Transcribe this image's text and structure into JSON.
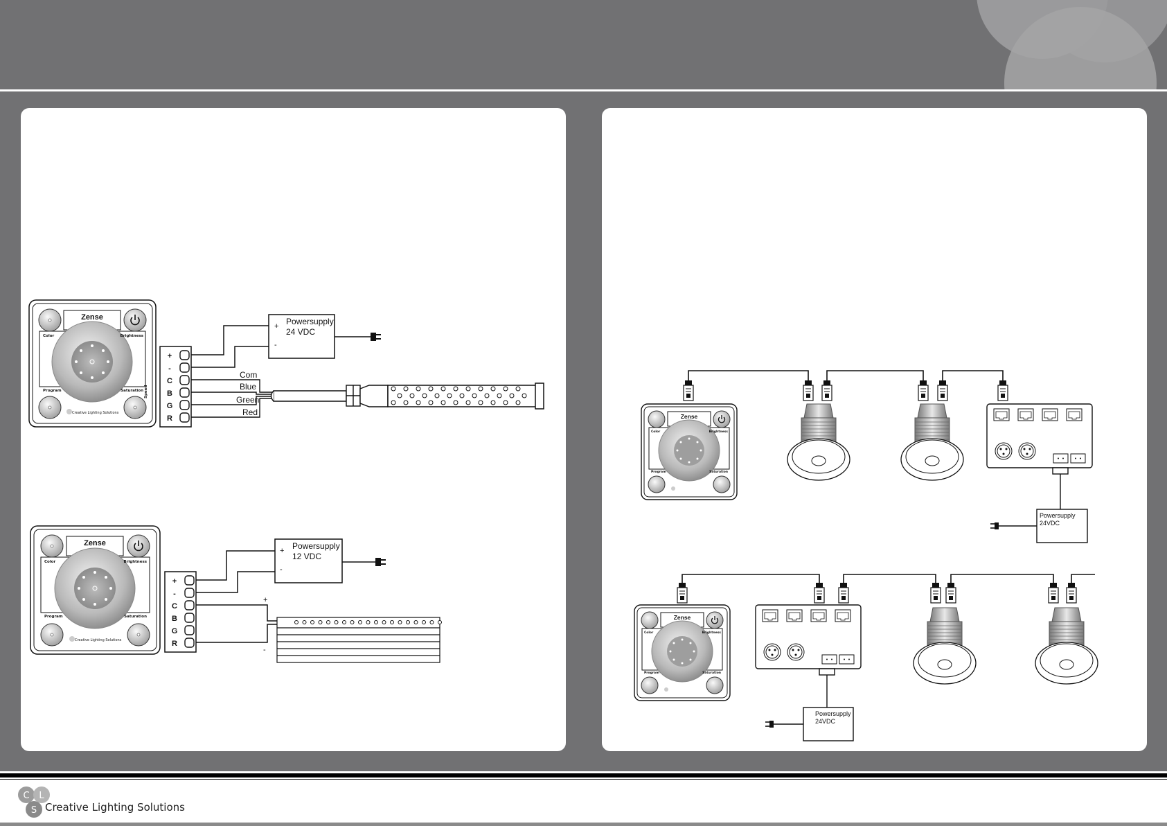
{
  "brand": {
    "name": "Creative Lighting Solutions",
    "monogram": [
      "C",
      "L",
      "S"
    ]
  },
  "colors": {
    "header_bg": "#717173",
    "panel_bg": "#ffffff",
    "line": "#111111"
  },
  "controller": {
    "name": "Zense",
    "labels": {
      "color": "Color",
      "brightness": "Brightness",
      "program": "Program",
      "saturation": "Saturation",
      "speed": "Speed"
    },
    "brand_small": "Creative Lighting Solutions"
  },
  "terminals": [
    "+",
    "-",
    "C",
    "B",
    "G",
    "R"
  ],
  "left": {
    "diagram1": {
      "psu_plus": "+",
      "psu_minus": "-",
      "psu_title": "Powersupply",
      "psu_rating": "24 VDC",
      "wires": [
        "Com",
        "Blue",
        "Green",
        "Red"
      ]
    },
    "diagram2": {
      "psu_plus": "+",
      "psu_minus": "-",
      "psu_title": "Powersupply",
      "psu_rating": "12 VDC",
      "strip_plus": "+",
      "strip_minus": "-"
    }
  },
  "right": {
    "diagram1": {
      "psu_title": "Powersupply",
      "psu_rating": "24VDC"
    },
    "diagram2": {
      "psu_title": "Powersupply",
      "psu_rating": "24VDC"
    }
  }
}
